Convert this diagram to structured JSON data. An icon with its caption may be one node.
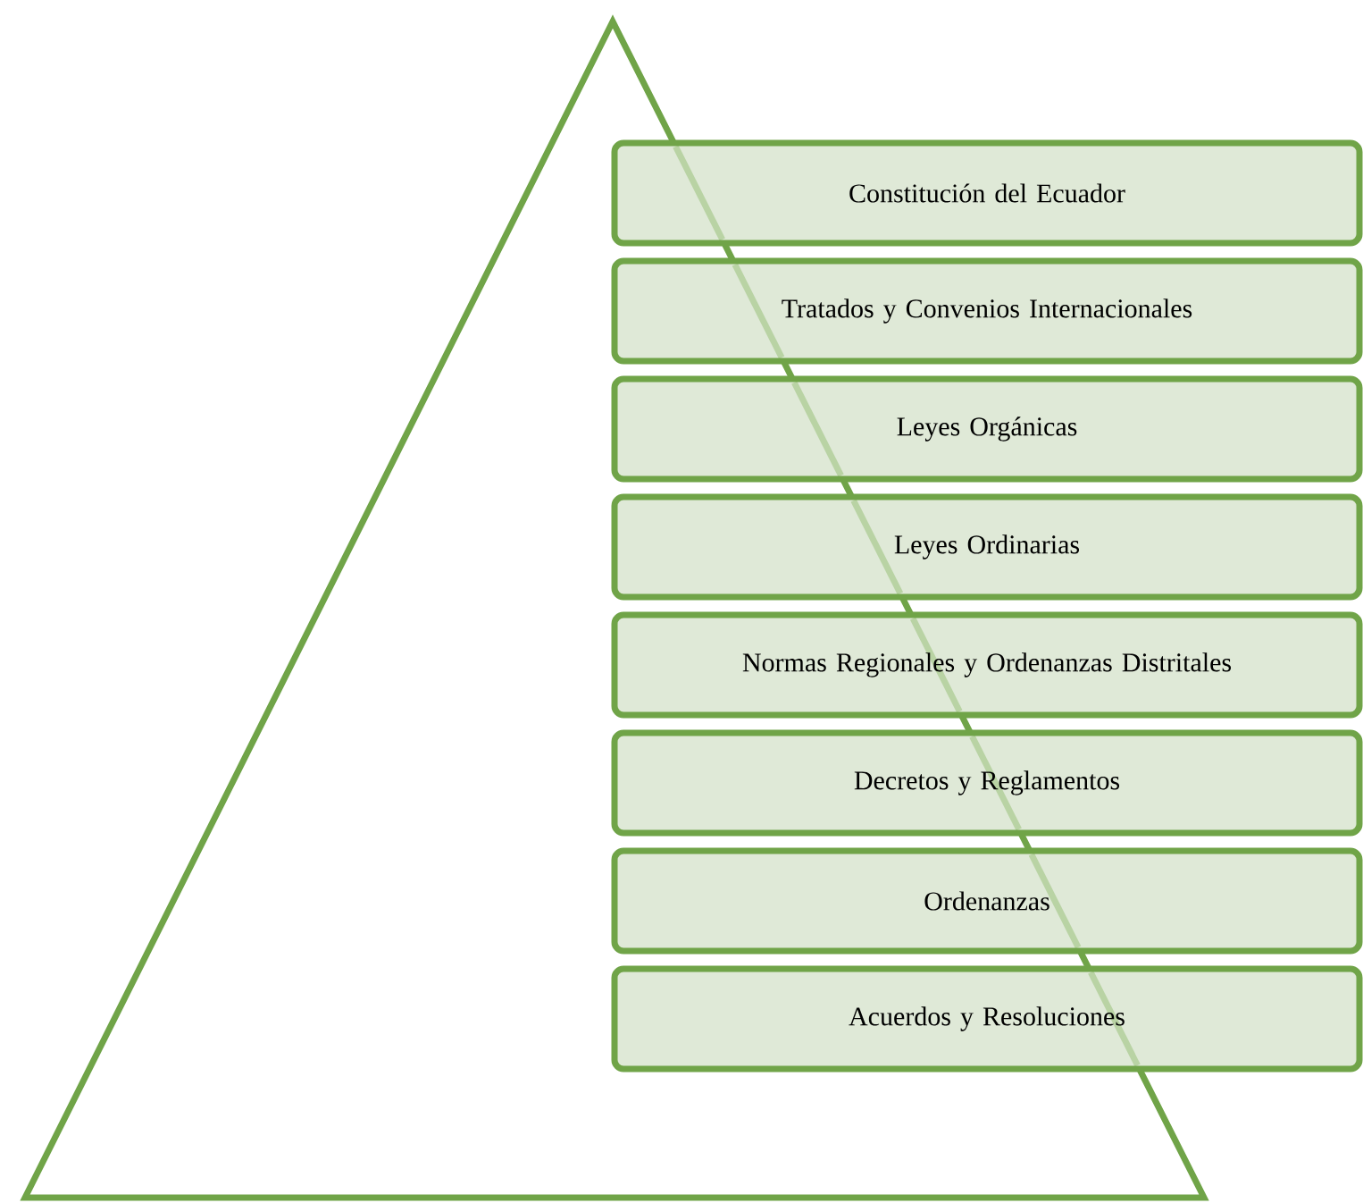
{
  "diagram": {
    "nodes": [
      {
        "text": [
          "Constitución del Ecuador"
        ]
      },
      {
        "text": [
          "Tratados y Convenios Internacionales"
        ]
      },
      {
        "text": [
          "Leyes Orgánicas"
        ]
      },
      {
        "text": [
          "Leyes Ordinarias"
        ]
      },
      {
        "text": [
          "Normas Regionales y Ordenanzas Distritales"
        ]
      },
      {
        "text": [
          "Decretos y Reglamentos"
        ]
      },
      {
        "text": [
          "Ordenanzas"
        ]
      },
      {
        "text": [
          "Acuerdos y Resoluciones"
        ]
      }
    ]
  }
}
